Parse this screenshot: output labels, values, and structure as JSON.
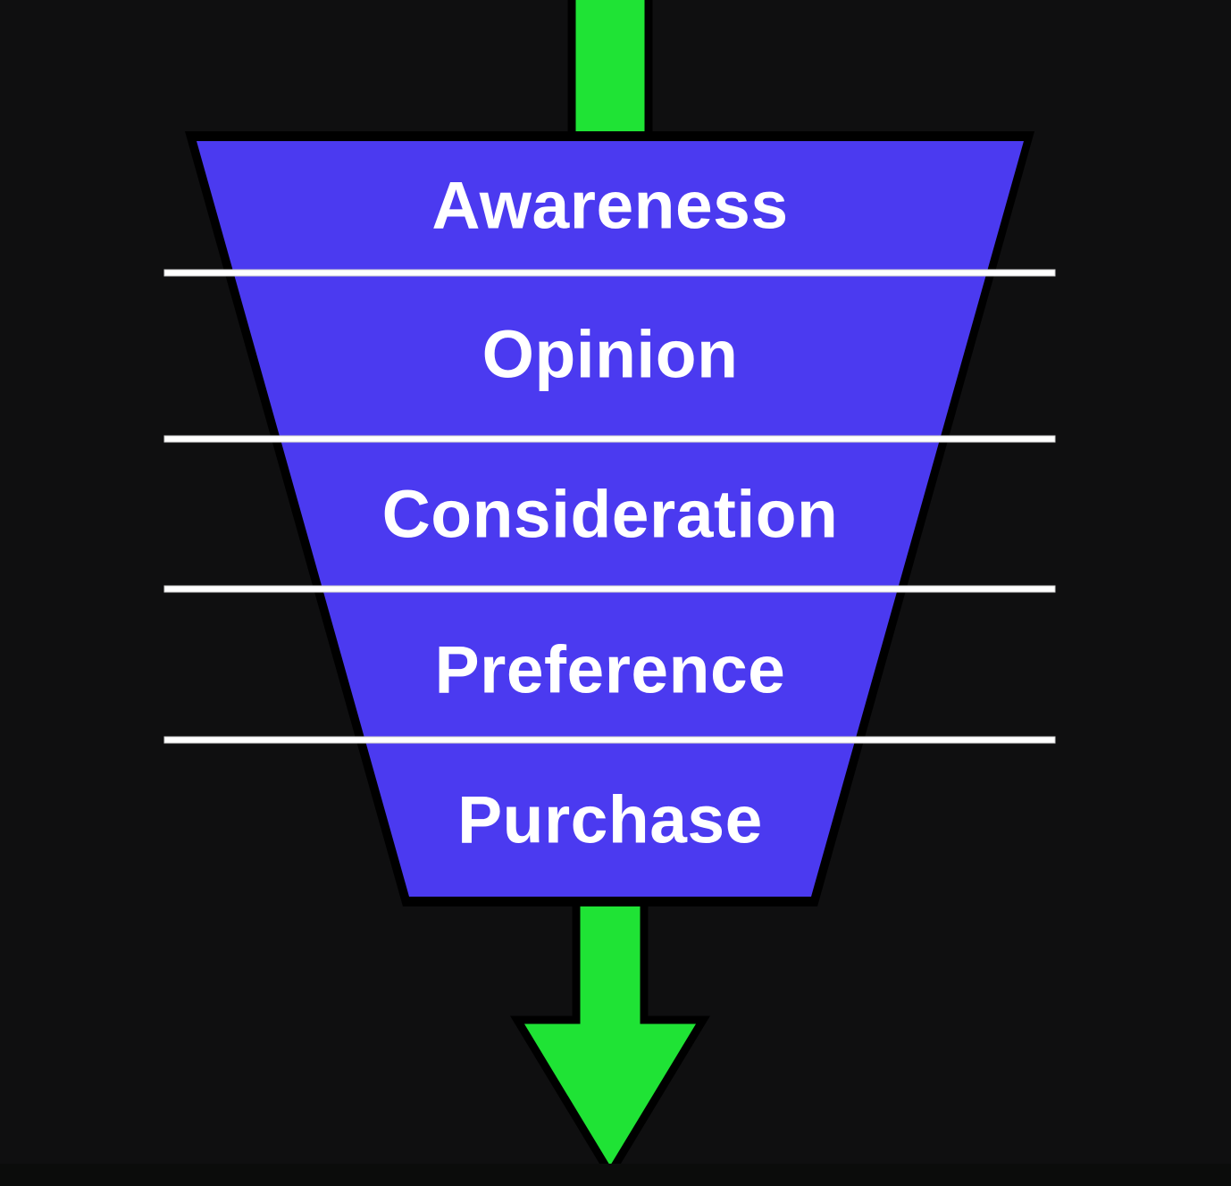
{
  "diagram": {
    "type": "funnel",
    "stages": [
      {
        "label": "Awareness"
      },
      {
        "label": "Opinion"
      },
      {
        "label": "Consideration"
      },
      {
        "label": "Preference"
      },
      {
        "label": "Purchase"
      }
    ],
    "flow_direction": "down"
  },
  "colors": {
    "background": "#0f0f10",
    "funnel_fill": "#4b3af0",
    "outline_black": "#000000",
    "arrow_green": "#1fe335",
    "divider_white": "#ffffff",
    "label_text": "#ffffff"
  }
}
